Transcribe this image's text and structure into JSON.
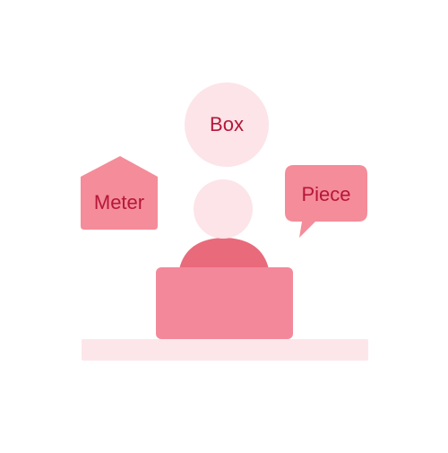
{
  "labels": {
    "box": "Box",
    "meter": "Meter",
    "piece": "Piece"
  },
  "colors": {
    "background": "#ffffff",
    "text": "#b5173a",
    "circle_light": "#fce4e8",
    "shape_mid": "#f58c99",
    "body_dark": "#e96a7b",
    "laptop": "#f3889a",
    "desk": "#fde6ea"
  },
  "icons": {
    "meter": "house-shaped-tag",
    "piece": "speech-bubble",
    "box": "circle-badge"
  }
}
